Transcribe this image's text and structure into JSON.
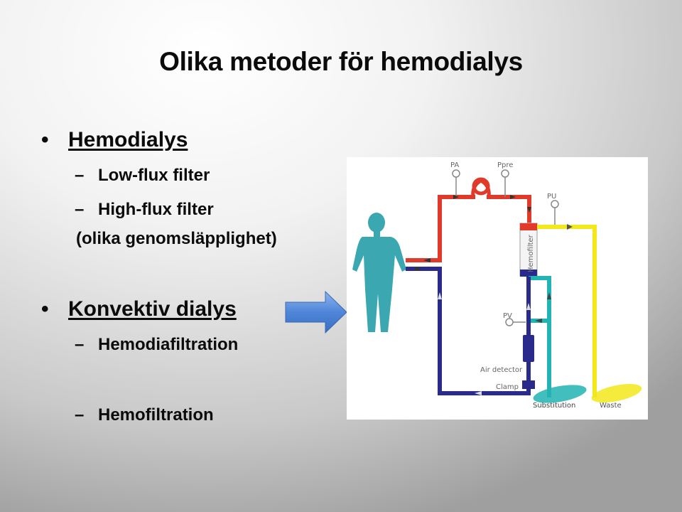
{
  "slide": {
    "title": "Olika metoder för hemodialys",
    "bullet1": {
      "label": "Hemodialys",
      "sub": [
        "Low-flux filter",
        "High-flux filter"
      ],
      "note": "(olika genomsläpplighet)"
    },
    "bullet2": {
      "label": "Konvektiv dialys",
      "sub": [
        "Hemodiafiltration",
        "Hemofiltration"
      ]
    }
  },
  "diagram": {
    "labels": {
      "pa": "PA",
      "ppre": "Ppre",
      "pu": "PU",
      "pv": "PV",
      "hemofilter": "Hemofilter",
      "air_detector": "Air detector",
      "clamp": "Clamp",
      "substitution": "Substitution",
      "waste": "Waste"
    },
    "colors": {
      "arterial_line": "#e03a2a",
      "venous_line": "#2a2a8c",
      "substitution_line": "#22b3b3",
      "waste_line": "#f2e81a",
      "patient": "#3aa7b1",
      "arrow": "#4f86d9"
    }
  }
}
